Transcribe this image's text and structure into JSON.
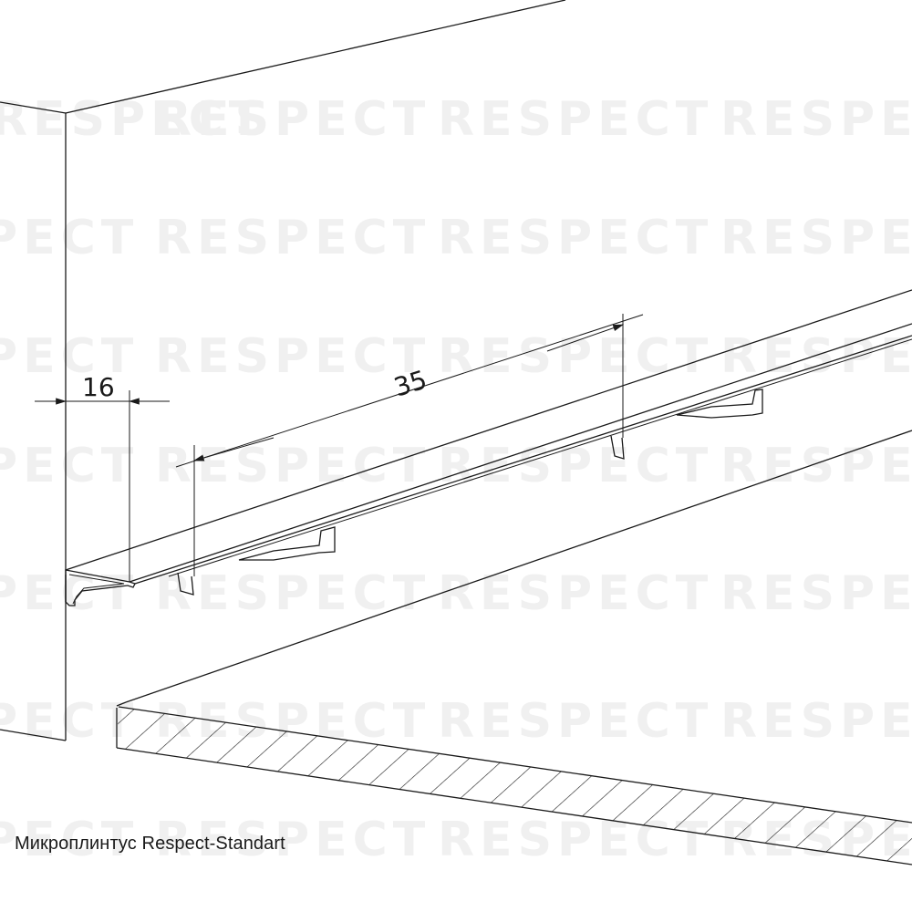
{
  "diagram": {
    "caption": "Микроплинтус Respect-Standart",
    "watermark": "RESPECT",
    "dimensions": {
      "height_label": "16",
      "depth_label": "35"
    }
  }
}
